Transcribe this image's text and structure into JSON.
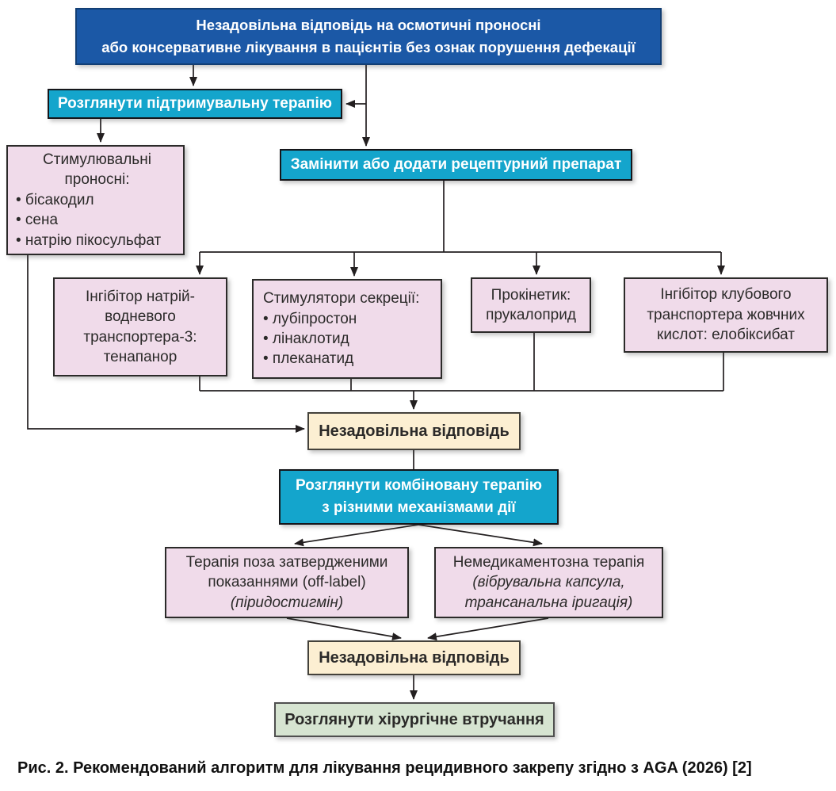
{
  "figure": {
    "caption": "Рис. 2. Рекомендований алгоритм для лікування рецидивного закрепу згідно з AGA (2026) [2]"
  },
  "boxes": {
    "start": {
      "lines": [
        "Незадовільна відповідь на осмотичні проносні",
        "або консервативне лікування в пацієнтів без ознак порушення дефекації"
      ]
    },
    "maintenance": {
      "label": "Розглянути підтримувальну терапію"
    },
    "stimulant_laxatives": {
      "title": "Стимулювальні проносні:",
      "items": [
        "• бісакодил",
        "• сена",
        "• натрію пікосульфат"
      ]
    },
    "prescription": {
      "label": "Замінити або додати рецептурний препарат"
    },
    "nhe3_inhibitor": {
      "lines": [
        "Інгібітор натрій-",
        "водневого",
        "транспортера-3:",
        "тенапанор"
      ]
    },
    "secretagogues": {
      "title": "Стимулятори секреції:",
      "items": [
        "• лубіпростон",
        "• лінаклотид",
        "• плеканатид"
      ]
    },
    "prokinetic": {
      "lines": [
        "Прокінетик:",
        "прукалоприд"
      ]
    },
    "ibat_inhibitor": {
      "lines": [
        "Інгібітор клубового",
        "транспортера жовчних",
        "кислот: елобіксибат"
      ]
    },
    "unsatisfactory_response_1": {
      "label": "Незадовільна відповідь"
    },
    "combination_therapy": {
      "lines": [
        "Розглянути комбіновану терапію",
        "з різними механізмами дії"
      ]
    },
    "off_label_therapy": {
      "text": "Терапія поза затвердженими показаннями (off-label)",
      "italic": "(піридостигмін)"
    },
    "non_pharmacological_therapy": {
      "text": "Немедикаментозна терапія",
      "italic": "(вібрувальна капсула, трансанальна іригація)"
    },
    "unsatisfactory_response_2": {
      "label": "Незадовільна відповідь"
    },
    "surgery": {
      "label": "Розглянути хірургічне втручання"
    }
  },
  "colors": {
    "blue": "#1B58A6",
    "teal": "#14A5CC",
    "pink": "#F0DBEA",
    "cream": "#FCEFD2",
    "green": "#D6E4D1",
    "line": "#231F20",
    "border": "#2B2A29",
    "text": "#2B2A29",
    "white": "#FFFFFF"
  }
}
